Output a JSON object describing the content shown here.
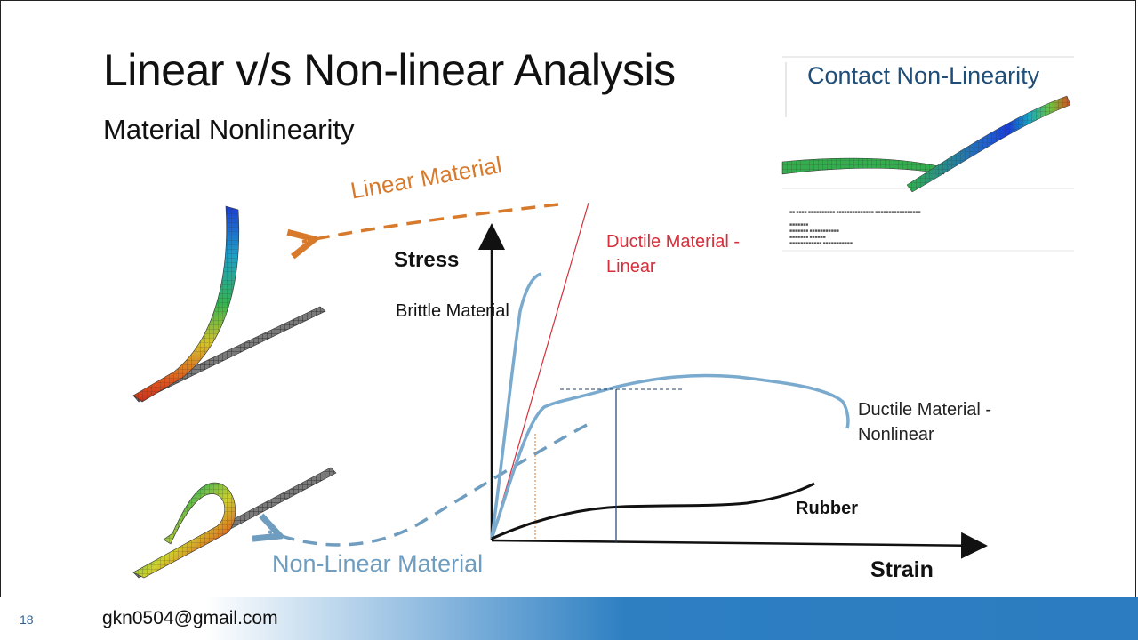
{
  "slide": {
    "title": "Linear v/s Non-linear Analysis",
    "subtitle": "Material Nonlinearity",
    "contact_title": "Contact Non-Linearity",
    "page_number": "18",
    "footer_email": "gkn0504@gmail.com"
  },
  "chart": {
    "y_axis_label": "Stress",
    "x_axis_label": "Strain",
    "curves": {
      "brittle": "Brittle Material",
      "ductile_linear_line1": "Ductile Material -",
      "ductile_linear_line2": "Linear",
      "ductile_nonlinear_line1": "Ductile Material -",
      "ductile_nonlinear_line2": "Nonlinear",
      "rubber": "Rubber"
    }
  },
  "callouts": {
    "linear_material": "Linear Material",
    "non_linear_material": "Non-Linear Material"
  },
  "colors": {
    "curve_blue": "#7aaacd",
    "linear_red": "#d6303c",
    "linear_arrow_orange": "#d87a2c",
    "nonlinear_arrow_blue": "#6f9dbf",
    "contact_title": "#1f4e79",
    "footer_blue": "#2b7cc0"
  }
}
